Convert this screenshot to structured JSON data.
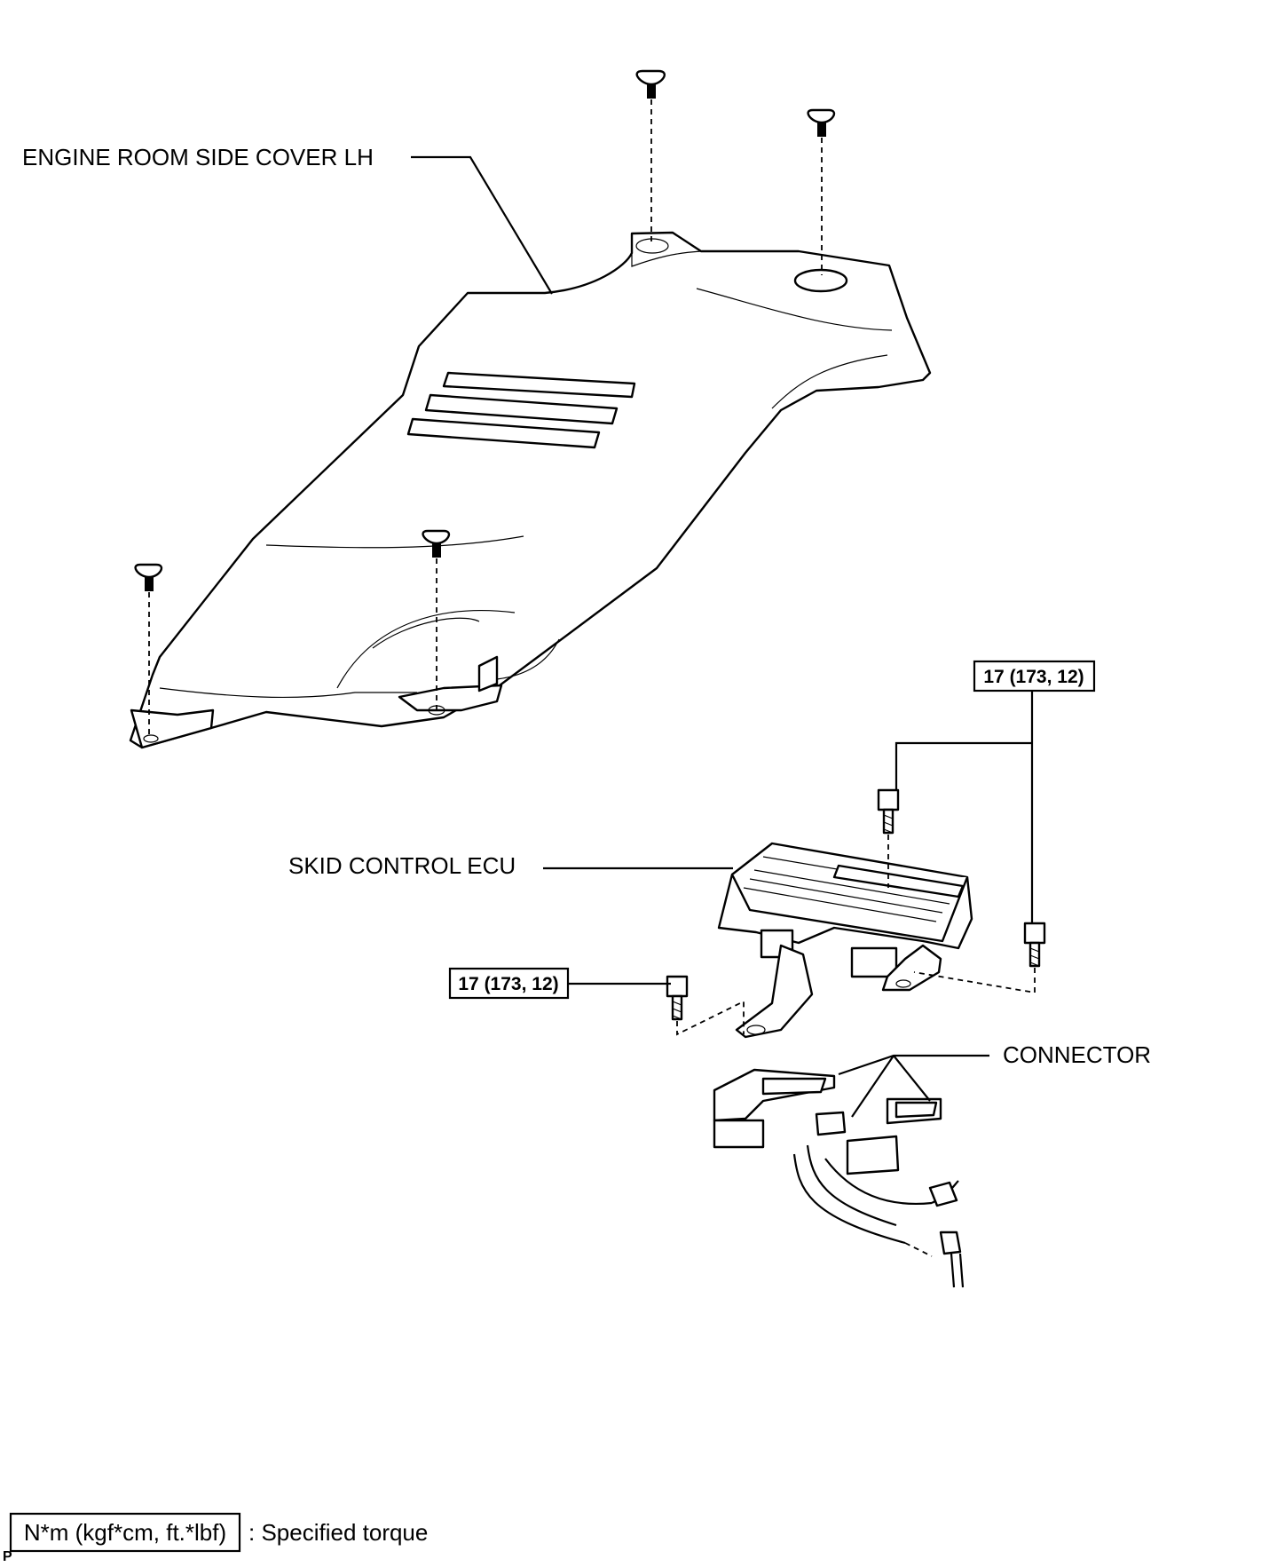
{
  "labels": {
    "cover": "ENGINE ROOM SIDE COVER LH",
    "ecu": "SKID CONTROL ECU",
    "connector": "CONNECTOR"
  },
  "torque": {
    "upper": "17 (173, 12)",
    "lower": "17 (173, 12)"
  },
  "legend": {
    "box": "N*m (kgf*cm, ft.*lbf)",
    "text": ": Specified torque"
  },
  "corner_mark": "P"
}
